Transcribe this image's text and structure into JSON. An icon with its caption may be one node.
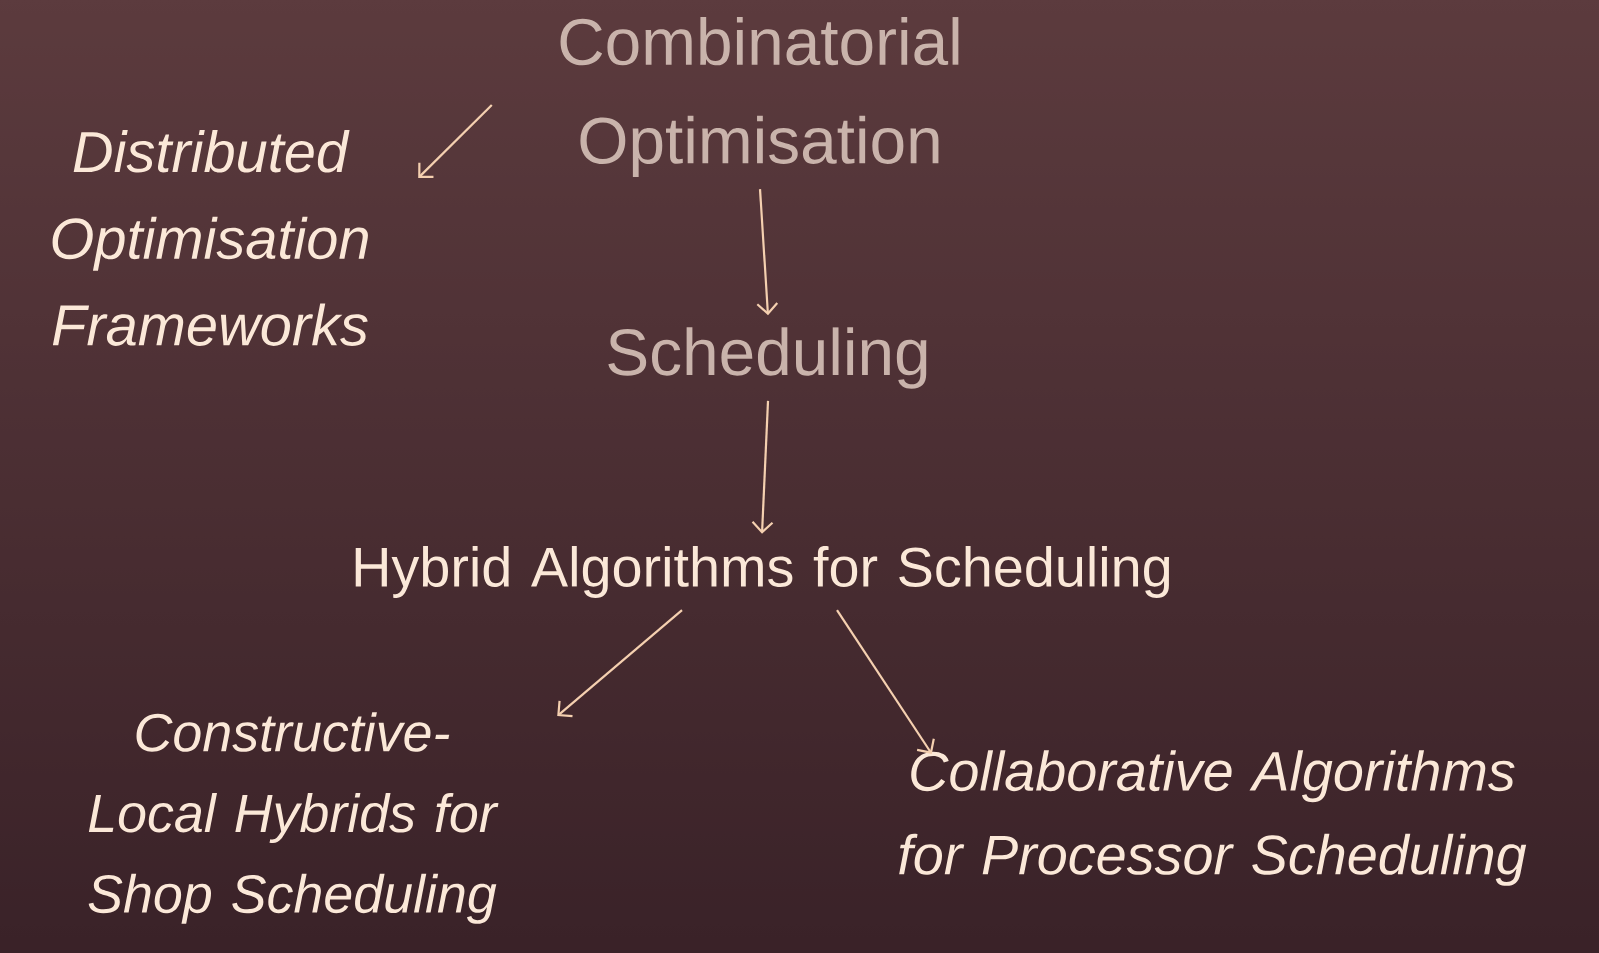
{
  "diagram": {
    "nodes": [
      {
        "text": [
          "Combinatorial Optimisation"
        ]
      },
      {
        "text": [
          "Distributed Optimisation Frameworks"
        ]
      },
      {
        "text": [
          "Scheduling"
        ]
      },
      {
        "text": [
          "Hybrid Algorithms for Scheduling"
        ]
      },
      {
        "text": [
          "Constructive-Local Hybrids for Shop Scheduling"
        ]
      },
      {
        "text": [
          "Collaborative Algorithms for Processor Scheduling"
        ]
      }
    ],
    "edges": [
      {
        "from": 0,
        "to": 1,
        "arrow": "to"
      },
      {
        "from": 0,
        "to": 2,
        "arrow": "to"
      },
      {
        "from": 2,
        "to": 3,
        "arrow": "to"
      },
      {
        "from": 3,
        "to": 4,
        "arrow": "to"
      },
      {
        "from": 3,
        "to": 5,
        "arrow": "to"
      }
    ]
  }
}
